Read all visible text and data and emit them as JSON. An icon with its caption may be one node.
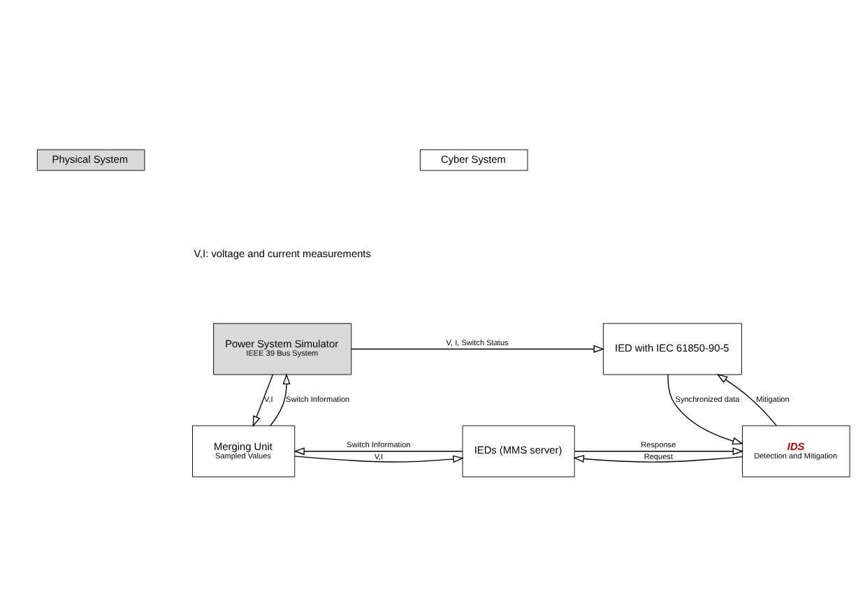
{
  "diagram": {
    "nodes": [
      {
        "text": [
          "Power System Simulator",
          "IEEE 39 Bus System"
        ]
      },
      {
        "text": [
          "IED with IEC 61850-90-5"
        ]
      },
      {
        "text": [
          "Merging Unit",
          "Sampled Values"
        ]
      },
      {
        "text": [
          "IEDs (MMS server)"
        ]
      },
      {
        "text": [
          "IDS",
          "Detection and Mitigation"
        ]
      }
    ],
    "edges": [
      {
        "from": 0,
        "to": 1,
        "arrow": "to",
        "label": "V, I, Switch Status"
      },
      {
        "from": 0,
        "to": 2,
        "arrow": "to",
        "label": "V,I"
      },
      {
        "from": 2,
        "to": 0,
        "arrow": "to",
        "label": "Switch Information"
      },
      {
        "from": 1,
        "to": 4,
        "arrow": "to",
        "label": "Synchronized data"
      },
      {
        "from": 4,
        "to": 1,
        "arrow": "to",
        "label": "Mitigation"
      },
      {
        "from": 3,
        "to": 2,
        "arrow": "to",
        "label": "Switch Information"
      },
      {
        "from": 2,
        "to": 3,
        "arrow": "to",
        "label": "V,I"
      },
      {
        "from": 4,
        "to": 3,
        "arrow": "to",
        "label": "Request"
      },
      {
        "from": 3,
        "to": 4,
        "arrow": "to",
        "label": "Response"
      }
    ],
    "labels": [
      "V,I: voltage and current measurements"
    ],
    "legend": [
      {
        "text": "Physical System",
        "color": "#d9d9d9"
      },
      {
        "text": "Cyber System",
        "color": "#ffffff"
      }
    ]
  }
}
